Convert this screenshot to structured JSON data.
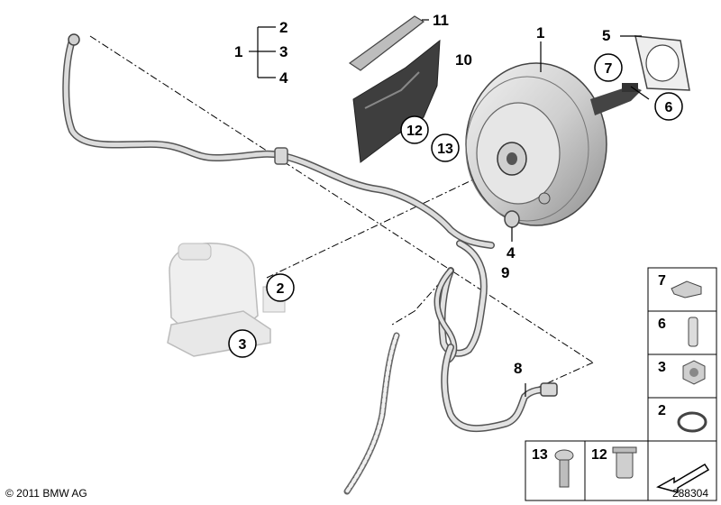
{
  "labels": {
    "booster": "1",
    "group_1": "1",
    "group_2": "2",
    "group_3": "3",
    "group_4": "4",
    "gasket": "5",
    "pin": "6",
    "clip": "7",
    "vacuum_pipe": "8",
    "hose": "9",
    "cover": "10",
    "seal_strip": "11",
    "nut_12": "12",
    "screw_13": "13",
    "callout_2": "2",
    "callout_3": "3",
    "callout_4": "4",
    "callout_7": "7",
    "callout_6": "6"
  },
  "legend": [
    {
      "num": "7",
      "part": "clip"
    },
    {
      "num": "6",
      "part": "pin"
    },
    {
      "num": "3",
      "part": "hex-nut"
    },
    {
      "num": "2",
      "part": "o-ring"
    }
  ],
  "legend_bottom": [
    {
      "num": "13",
      "part": "screw"
    },
    {
      "num": "12",
      "part": "expanding-nut"
    }
  ],
  "footer": {
    "copyright": "© 2011 BMW AG",
    "diagram_id": "288304"
  }
}
